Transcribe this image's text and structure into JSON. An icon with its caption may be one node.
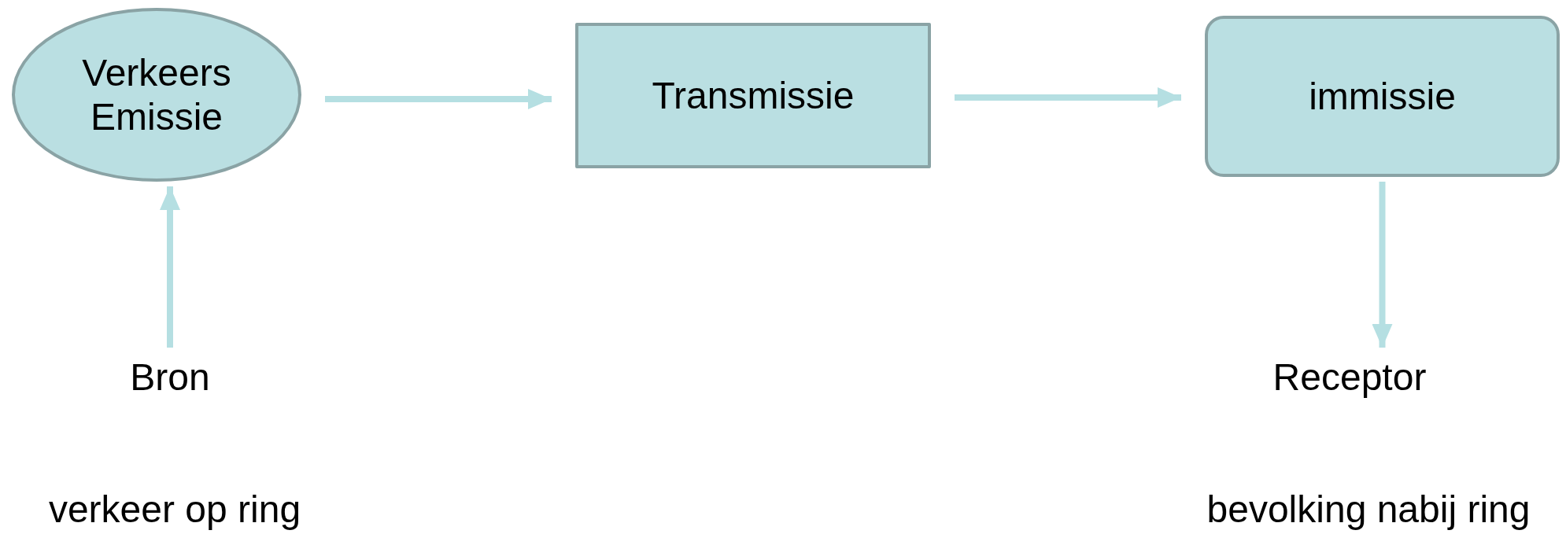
{
  "diagram": {
    "nodes": [
      {
        "text": [
          "Verkeers Emissie"
        ]
      },
      {
        "text": [
          "Transmissie"
        ]
      },
      {
        "text": [
          "immissie"
        ]
      },
      {
        "text": [
          "Bron"
        ]
      },
      {
        "text": [
          "Receptor"
        ]
      }
    ],
    "edges": [
      {
        "from": 0,
        "to": 1,
        "arrow": "to"
      },
      {
        "from": 1,
        "to": 2,
        "arrow": "to"
      },
      {
        "from": 3,
        "to": 0,
        "arrow": "to"
      },
      {
        "from": 2,
        "to": 4,
        "arrow": "to"
      }
    ],
    "labels": [
      "verkeer op ring",
      "bevolking nabij ring"
    ]
  }
}
